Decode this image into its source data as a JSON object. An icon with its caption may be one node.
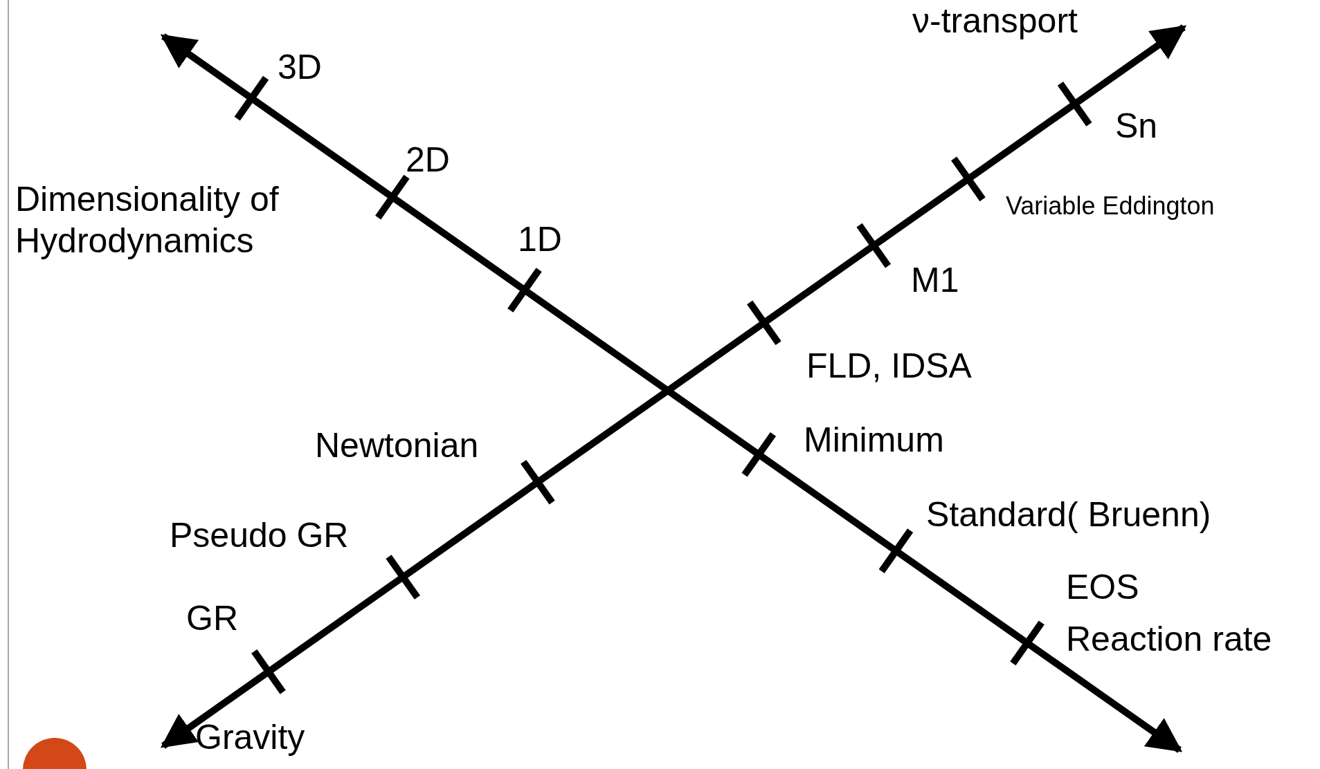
{
  "diagram": {
    "labels": [
      "ν-transport",
      "3D",
      "Sn",
      "2D",
      "Dimensionality of Hydrodynamics",
      "Variable Eddington",
      "1D",
      "M1",
      "FLD, IDSA",
      "Minimum",
      "Newtonian",
      "Standard( Bruenn)",
      "Pseudo GR",
      "EOS",
      "GR",
      "Reaction rate",
      "Gravity"
    ]
  }
}
